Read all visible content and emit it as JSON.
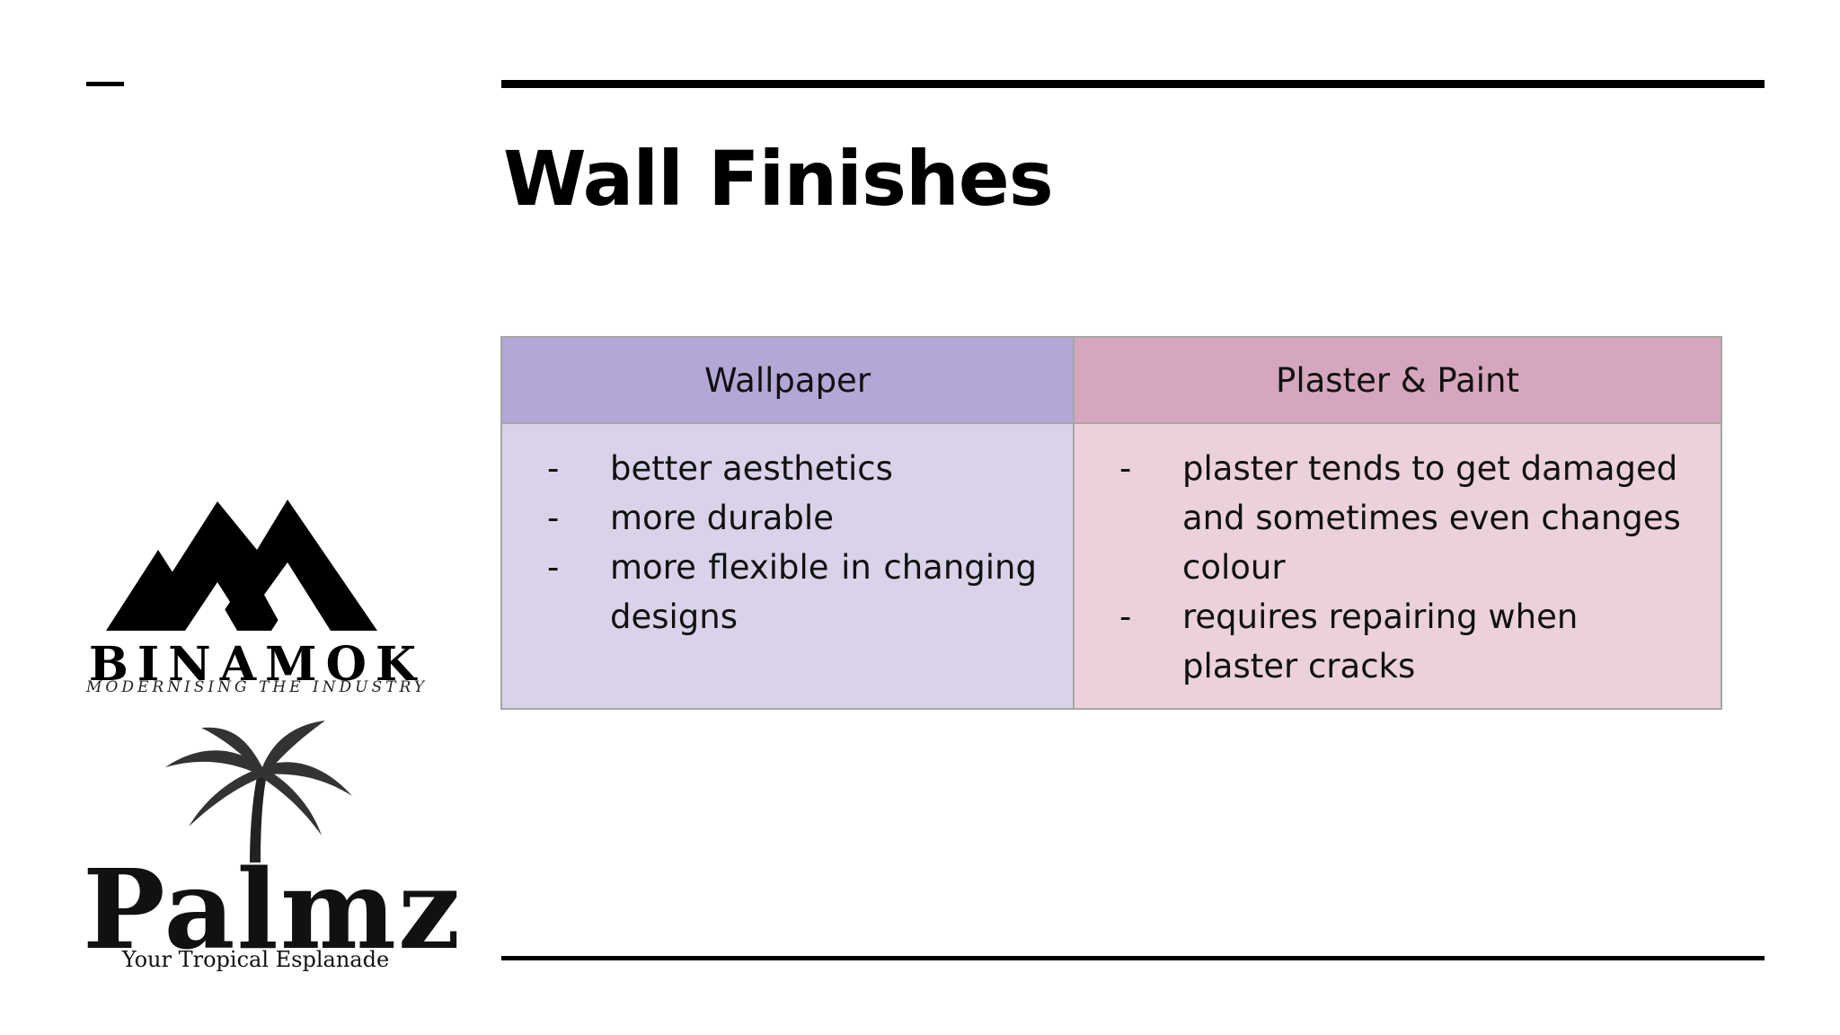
{
  "slide": {
    "title": "Wall Finishes"
  },
  "table": {
    "headers": [
      "Wallpaper",
      "Plaster & Paint"
    ],
    "wallpaper": [
      "better aesthetics",
      "more durable",
      "more flexible in changing designs"
    ],
    "plaster": [
      "plaster tends to get damaged and sometimes even changes colour",
      "requires repairing when plaster cracks"
    ],
    "bullet": "-"
  },
  "logos": {
    "binamok": {
      "name": "BINAMOK",
      "tagline": "MODERNISING THE INDUSTRY"
    },
    "palmz": {
      "name": "Palmz",
      "tagline": "Your Tropical Esplanade"
    }
  },
  "colors": {
    "wallpaper_header": "#b4a7d6",
    "wallpaper_body": "#d9d2e9",
    "plaster_header": "#d5a6bd",
    "plaster_body": "#ead1dc"
  }
}
